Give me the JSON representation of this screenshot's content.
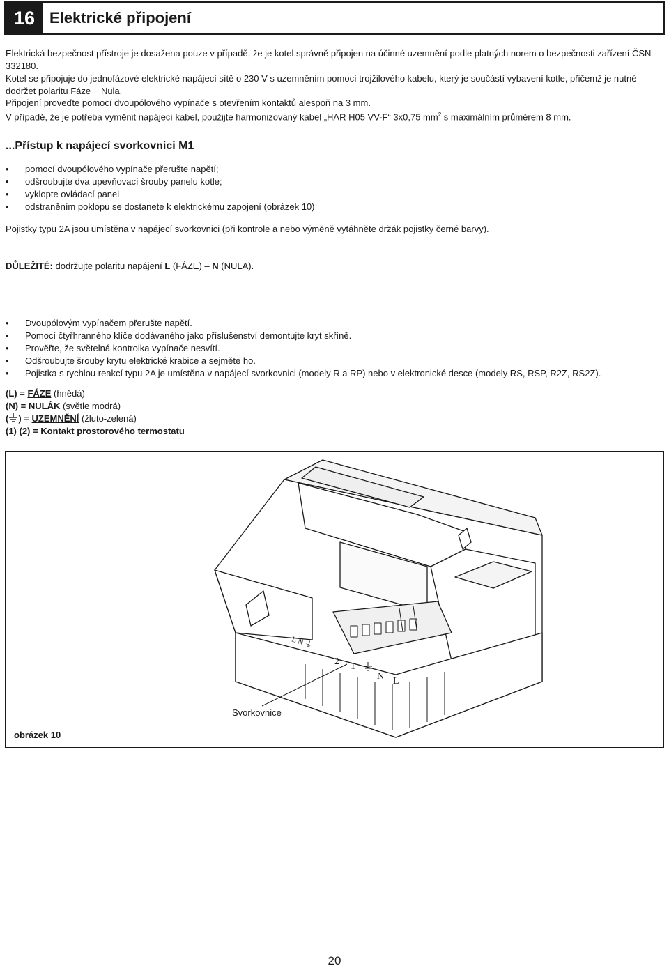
{
  "header": {
    "number": "16",
    "title": "Elektrické připojení"
  },
  "intro": {
    "p1": "Elektrická bezpečnost přístroje je dosažena pouze v případě, že je kotel správně připojen na účinné uzemnění podle platných norem o bezpečnosti zařízení ČSN 332180.",
    "p2": "Kotel se připojuje do jednofázové elektrické napájecí sítě o 230 V s uzemněním pomocí trojžilového kabelu, který je součástí vybavení kotle, přičemž je nutné dodržet polaritu Fáze − Nula.",
    "p3": "Připojení proveďte pomocí dvoupólového vypínače s otevřením kontaktů alespoň na 3 mm.",
    "p4a": "V případě, že je potřeba vyměnit napájecí kabel, použijte harmonizovaný kabel „HAR H05 VV-F“ 3x0,75 mm",
    "p4sup": "2",
    "p4b": " s maximálním průměrem 8 mm."
  },
  "section": {
    "title": "...Přístup k napájecí svorkovnici M1",
    "bullets": [
      "pomocí dvoupólového vypínače přerušte napětí;",
      "odšroubujte dva upevňovací šrouby panelu kotle;",
      "vyklopte ovládací panel",
      "odstraněním poklopu se dostanete k elektrickému  zapojení (obrázek 10)"
    ],
    "fuse_note": "Pojistky typu 2A jsou umístěna v napájecí svorkovnici (při kontrole a nebo výměně vytáhněte držák pojistky černé barvy).",
    "important_label": "DŮLEŽITÉ:",
    "important_text_a": " dodržujte polaritu napájení ",
    "important_L": "L",
    "important_text_b": " (FÁZE) – ",
    "important_N": "N",
    "important_text_c": " (NULA)."
  },
  "steps": [
    "Dvoupólovým vypínačem přerušte napětí.",
    "Pomocí čtyřhranného klíče dodávaného jako příslušenství demontujte kryt skříně.",
    "Prověřte, že světelná kontrolka vypínače nesvítí.",
    "Odšroubujte šrouby krytu elektrické krabice a sejměte ho.",
    "Pojistka s rychlou reakcí typu 2A je umístěna v napájecí svorkovnici (modely R a RP) nebo v elektronické desce (modely RS, RSP, R2Z, RS2Z)."
  ],
  "bullet_char": "•",
  "legend": {
    "l_key": "(L)",
    "l_eq": " = ",
    "l_val": "FÁZE",
    "l_note": " (hnědá)",
    "n_key": "(N)",
    "n_eq": " = ",
    "n_val": "NULÁK",
    "n_note": " (světle modrá)",
    "g_key_open": "(",
    "g_key_close": ")",
    "g_eq": " = ",
    "g_val": "UZEMNĚNÍ",
    "g_note": " (žluto-zelená)",
    "t_line": "(1) (2) = Kontakt prostorového termostatu"
  },
  "figure": {
    "label": "Svorkovnice",
    "caption": "obrázek 10",
    "terminal_labels": [
      "2",
      "1",
      "N",
      "L"
    ],
    "cover_text": "L N ⏚"
  },
  "page_number": "20"
}
